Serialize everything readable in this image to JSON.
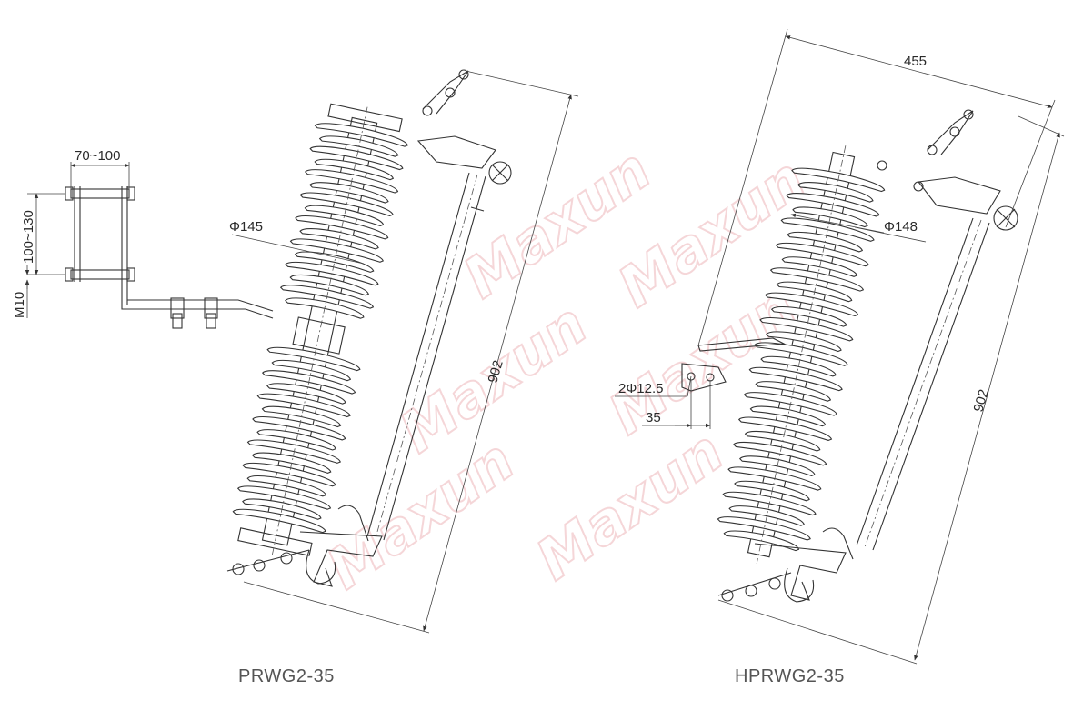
{
  "watermark": {
    "text": "Maxun",
    "color": "#f2c9cc"
  },
  "left_drawing": {
    "model": "PRWG2-35",
    "dimensions": {
      "bracket_width": "70~100",
      "bracket_height": "100~130",
      "bolt": "M10",
      "shed_diameter": "Φ145",
      "total_length": "902"
    }
  },
  "right_drawing": {
    "model": "HPRWG2-35",
    "dimensions": {
      "overall_width": "455",
      "shed_diameter": "Φ148",
      "hole_spec": "2Φ12.5",
      "hole_spacing": "35",
      "total_length": "902"
    }
  }
}
